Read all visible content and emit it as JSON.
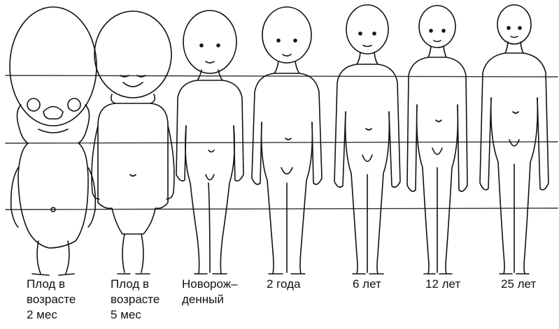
{
  "figure": {
    "stages": [
      {
        "lines": [
          "Плод в",
          "возрасте",
          "2 мес"
        ]
      },
      {
        "lines": [
          "Плод в",
          "возрасте",
          "5 мес"
        ]
      },
      {
        "lines": [
          "Новорож–",
          "денный"
        ]
      },
      {
        "lines": [
          "2 года"
        ]
      },
      {
        "lines": [
          "6 лет"
        ]
      },
      {
        "lines": [
          "12 лет"
        ]
      },
      {
        "lines": [
          "25 лет"
        ]
      }
    ]
  },
  "colors": {
    "ink": "#111111",
    "guide": "#333333",
    "background": "#ffffff"
  }
}
